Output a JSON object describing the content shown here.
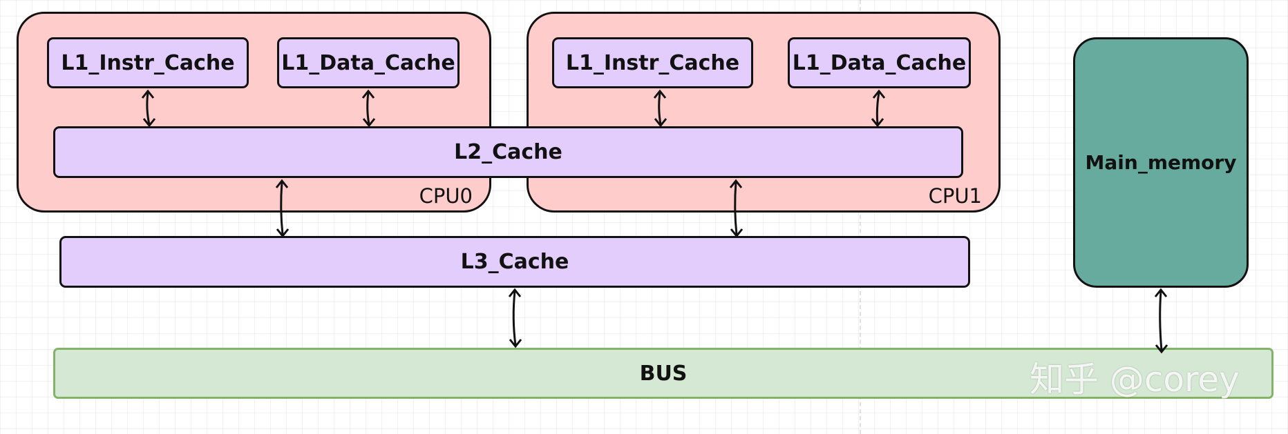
{
  "diagram": {
    "cpu0": {
      "label": "CPU0"
    },
    "cpu1": {
      "label": "CPU1"
    },
    "cpu0_l1_instr": {
      "label": "L1_Instr_Cache"
    },
    "cpu0_l1_data": {
      "label": "L1_Data_Cache"
    },
    "cpu1_l1_instr": {
      "label": "L1_Instr_Cache"
    },
    "cpu1_l1_data": {
      "label": "L1_Data_Cache"
    },
    "l2": {
      "label": "L2_Cache"
    },
    "l3": {
      "label": "L3_Cache"
    },
    "main_memory": {
      "label": "Main_memory"
    },
    "bus": {
      "label": "BUS"
    },
    "colors": {
      "cpu_fill": "#ffcccc",
      "cache_fill": "#e3cdfc",
      "memory_fill": "#67ab9f",
      "bus_fill": "#d5e8d4",
      "bus_stroke": "#82b366"
    },
    "edges": [
      {
        "from": "cpu0_l1_instr",
        "to": "l2",
        "direction": "both"
      },
      {
        "from": "cpu0_l1_data",
        "to": "l2",
        "direction": "both"
      },
      {
        "from": "cpu1_l1_instr",
        "to": "l2",
        "direction": "both"
      },
      {
        "from": "cpu1_l1_data",
        "to": "l2",
        "direction": "both"
      },
      {
        "from": "l2",
        "to": "l3",
        "direction": "both"
      },
      {
        "from": "l2",
        "to": "l3",
        "direction": "both"
      },
      {
        "from": "l3",
        "to": "bus",
        "direction": "both"
      },
      {
        "from": "main_memory",
        "to": "bus",
        "direction": "both"
      }
    ]
  },
  "watermark": {
    "text": "知乎 @corey"
  }
}
